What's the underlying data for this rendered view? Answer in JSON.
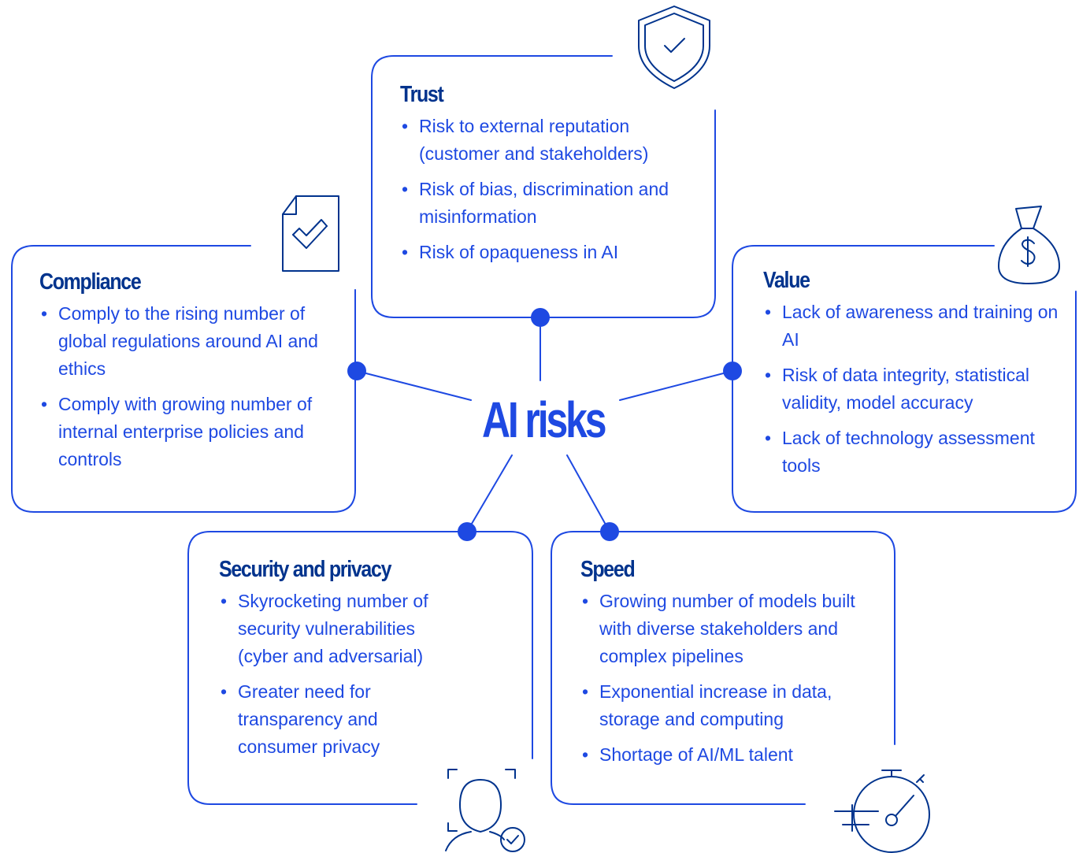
{
  "center": {
    "title": "AI risks"
  },
  "cards": {
    "trust": {
      "title": "Trust",
      "icon": "shield-check-icon",
      "items": [
        "Risk to external reputation (customer and stakeholders)",
        "Risk of bias, discrimination and misinformation",
        "Risk of opaqueness in AI"
      ]
    },
    "compliance": {
      "title": "Compliance",
      "icon": "document-check-icon",
      "items": [
        "Comply to the rising number of global regulations around AI and ethics",
        "Comply with growing number of internal enterprise policies and controls"
      ]
    },
    "value": {
      "title": "Value",
      "icon": "money-bag-icon",
      "items": [
        "Lack of awareness and training on AI",
        "Risk of data integrity, statistical validity, model accuracy",
        "Lack of technology assessment tools"
      ]
    },
    "security": {
      "title": "Security and privacy",
      "icon": "face-id-check-icon",
      "items": [
        "Skyrocketing number of security vulnerabilities (cyber and adversarial)",
        "Greater need for transparency and consumer privacy"
      ]
    },
    "speed": {
      "title": "Speed",
      "icon": "stopwatch-icon",
      "items": [
        "Growing number of models built with diverse stakeholders and complex pipelines",
        "Exponential increase in data, storage and computing",
        "Shortage of AI/ML talent"
      ]
    }
  },
  "colors": {
    "accent": "#1e49e2",
    "heading": "#00338d",
    "line": "#1e49e2"
  }
}
